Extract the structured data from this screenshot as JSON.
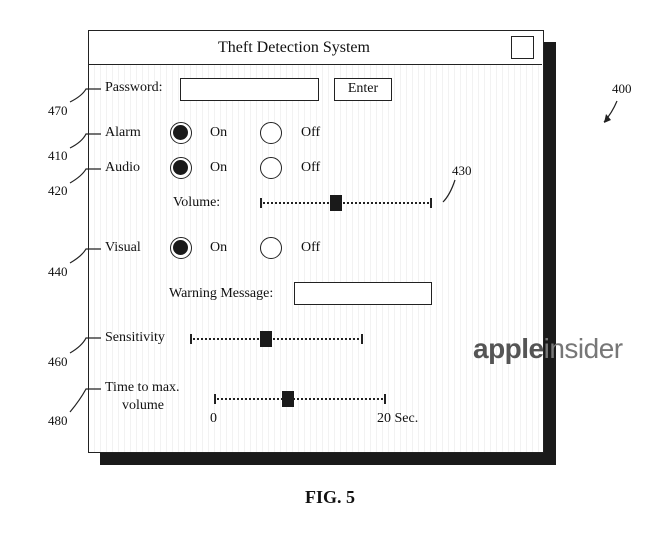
{
  "window": {
    "title": "Theft Detection System"
  },
  "password": {
    "label": "Password:",
    "value": "",
    "enter_label": "Enter",
    "ref": "470"
  },
  "alarm": {
    "label": "Alarm",
    "on_label": "On",
    "off_label": "Off",
    "selected": "On",
    "ref": "410"
  },
  "audio": {
    "label": "Audio",
    "on_label": "On",
    "off_label": "Off",
    "selected": "On",
    "ref": "420",
    "volume_label": "Volume:",
    "volume_ref": "430",
    "volume_level": 0.44
  },
  "visual": {
    "label": "Visual",
    "on_label": "On",
    "off_label": "Off",
    "selected": "On",
    "ref": "440",
    "warning_label": "Warning Message:",
    "warning_value": ""
  },
  "sensitivity": {
    "label": "Sensitivity",
    "ref": "460",
    "level": 0.44
  },
  "time_to_max": {
    "label_line1": "Time to max.",
    "label_line2": "volume",
    "ref": "480",
    "min_label": "0",
    "max_label": "20 Sec.",
    "level": 0.43
  },
  "figure": {
    "ref": "400",
    "caption": "FIG. 5"
  },
  "brand": {
    "part1": "apple",
    "part2": "insider"
  },
  "colors": {
    "ink": "#111111",
    "shadow": "#1a1a1a",
    "brand": "#555555"
  }
}
